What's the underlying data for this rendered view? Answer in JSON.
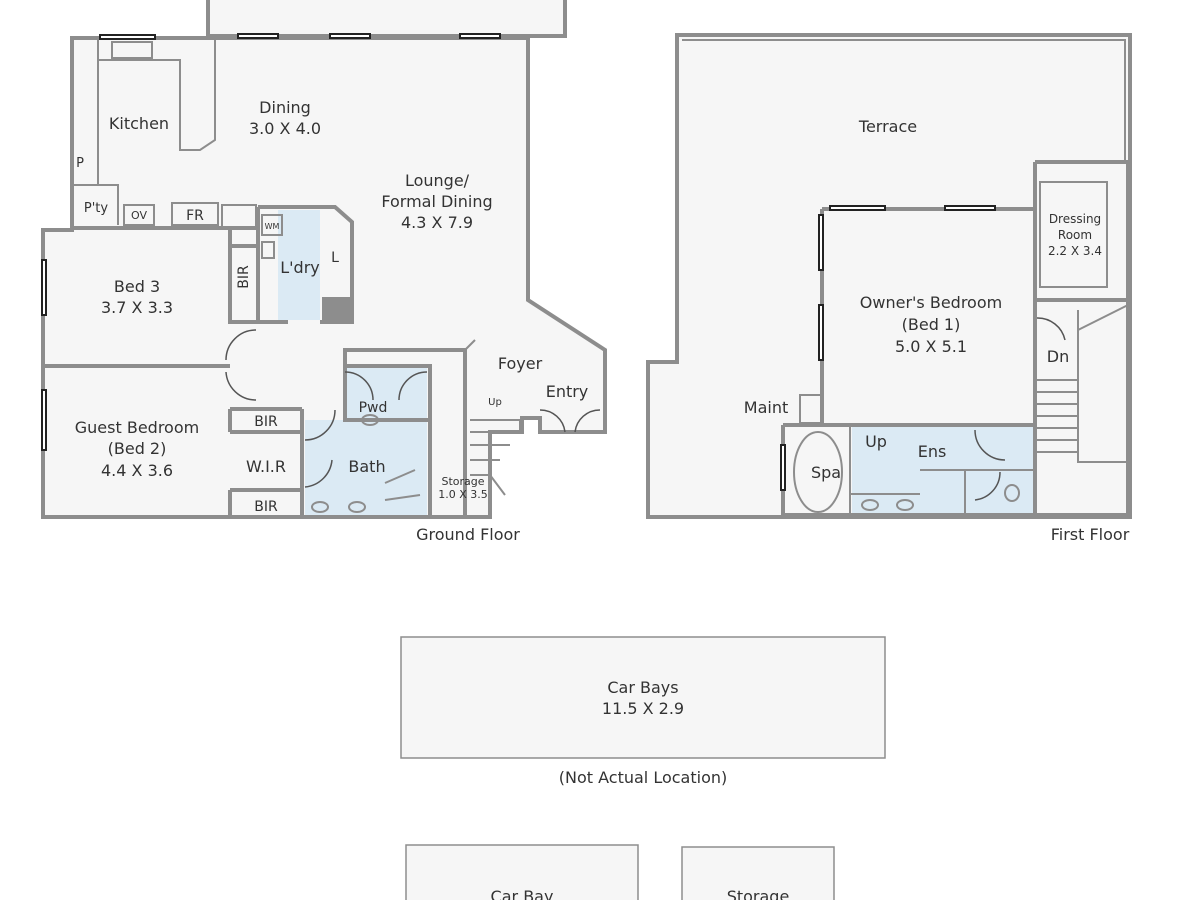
{
  "ground_floor": {
    "title": "Ground Floor",
    "rooms": [
      {
        "name": "Kitchen"
      },
      {
        "name": "Dining",
        "size": "3.0 X 4.0"
      },
      {
        "name": "Lounge/",
        "name2": "Formal Dining",
        "size": "4.3 X 7.9"
      },
      {
        "name": "Bed 3",
        "size": "3.7 X 3.3"
      },
      {
        "name": "Guest Bedroom",
        "name2": "(Bed 2)",
        "size": "4.4 X 3.6"
      },
      {
        "name": "L'dry"
      },
      {
        "name": "Foyer"
      },
      {
        "name": "Entry"
      },
      {
        "name": "Pwd"
      },
      {
        "name": "Bath"
      },
      {
        "name": "W.I.R"
      },
      {
        "name": "Storage",
        "size": "1.0 X 3.5"
      }
    ],
    "fixtures": {
      "pantry_p": "P",
      "pantry": "P'ty",
      "oven": "OV",
      "fridge": "FR",
      "wm": "WM",
      "linen": "L",
      "bir": "BIR",
      "up": "Up"
    }
  },
  "first_floor": {
    "title": "First Floor",
    "rooms": [
      {
        "name": "Terrace"
      },
      {
        "name": "Owner's Bedroom",
        "name2": "(Bed 1)",
        "size": "5.0 X 5.1"
      },
      {
        "name": "Dressing",
        "name2": "Room",
        "size": "2.2 X 3.4"
      },
      {
        "name": "Ens"
      },
      {
        "name": "Spa"
      },
      {
        "name": "Maint"
      }
    ],
    "stairs": {
      "down": "Dn",
      "up": "Up"
    }
  },
  "car_bays": {
    "name": "Car Bays",
    "size": "11.5 X 2.9",
    "note": "(Not Actual Location)"
  },
  "car_bay": {
    "name": "Car Bay"
  },
  "storage": {
    "name": "Storage"
  }
}
